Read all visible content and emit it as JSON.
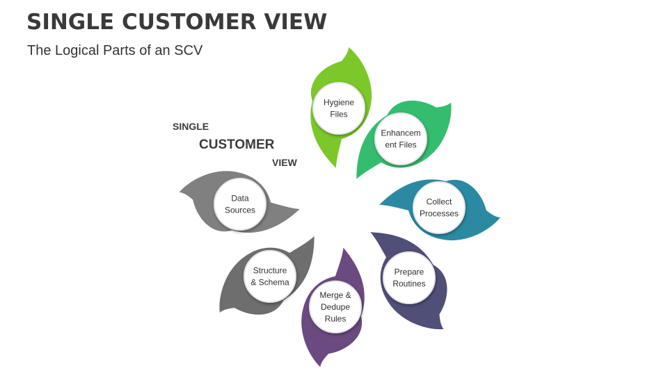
{
  "title": "SINGLE CUSTOMER VIEW",
  "subtitle": "The Logical Parts of an SCV",
  "center_label": {
    "line1": "SINGLE",
    "line2": "CUSTOMER",
    "line3": "VIEW"
  },
  "nodes": [
    {
      "lines": [
        "Hygiene",
        "Files"
      ],
      "color": "#7cc72a"
    },
    {
      "lines": [
        "Enhancem",
        "ent Files"
      ],
      "color": "#35bd6f"
    },
    {
      "lines": [
        "Collect",
        "Processes"
      ],
      "color": "#2b8aa2"
    },
    {
      "lines": [
        "Prepare",
        "Routines"
      ],
      "color": "#4f4f78"
    },
    {
      "lines": [
        "Merge &",
        "Dedupe",
        "Rules"
      ],
      "color": "#6a4a80"
    },
    {
      "lines": [
        "Structure",
        "& Schema"
      ],
      "color": "#6e6e6e"
    },
    {
      "lines": [
        "Data",
        "Sources"
      ],
      "color": "#808080"
    }
  ]
}
